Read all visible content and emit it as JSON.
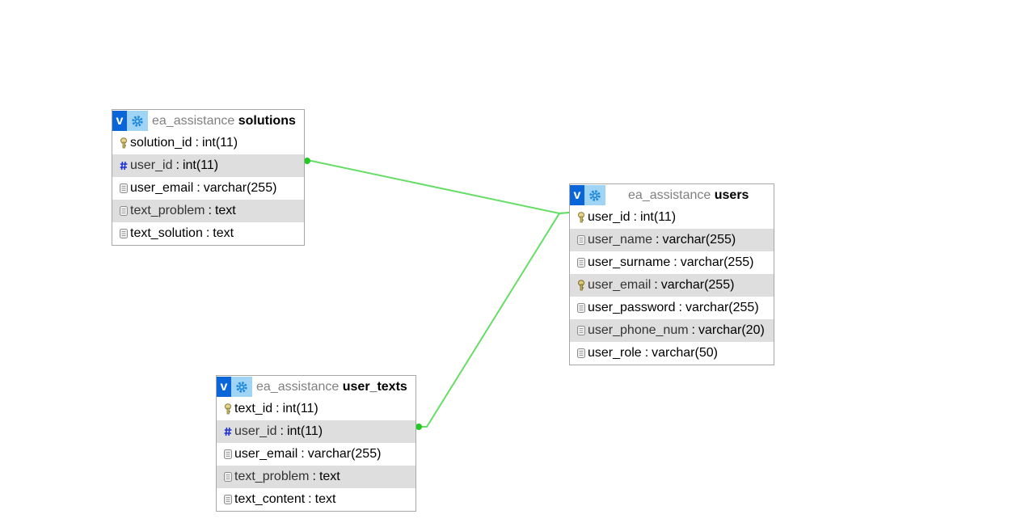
{
  "colors": {
    "relation_line": "#66dd66",
    "relation_dot": "#22c922",
    "header_v": "#0a66d8",
    "header_gear": "#9fd4f5",
    "shaded_row": "#dedede",
    "border": "#a7a7a7"
  },
  "tables": {
    "solutions": {
      "db": "ea_assistance",
      "name": "solutions",
      "columns": [
        {
          "name": "solution_id",
          "type": "int(11)",
          "icon": "primary-key-icon"
        },
        {
          "name": "user_id",
          "type": "int(11)",
          "icon": "foreign-key-hash-icon"
        },
        {
          "name": "user_email",
          "type": "varchar(255)",
          "icon": "column-icon"
        },
        {
          "name": "text_problem",
          "type": "text",
          "icon": "column-icon"
        },
        {
          "name": "text_solution",
          "type": "text",
          "icon": "column-icon"
        }
      ]
    },
    "users": {
      "db": "ea_assistance",
      "name": "users",
      "columns": [
        {
          "name": "user_id",
          "type": "int(11)",
          "icon": "primary-key-icon"
        },
        {
          "name": "user_name",
          "type": "varchar(255)",
          "icon": "column-icon"
        },
        {
          "name": "user_surname",
          "type": "varchar(255)",
          "icon": "column-icon"
        },
        {
          "name": "user_email",
          "type": "varchar(255)",
          "icon": "unique-key-icon"
        },
        {
          "name": "user_password",
          "type": "varchar(255)",
          "icon": "column-icon"
        },
        {
          "name": "user_phone_num",
          "type": "varchar(20)",
          "icon": "column-icon"
        },
        {
          "name": "user_role",
          "type": "varchar(50)",
          "icon": "column-icon"
        }
      ]
    },
    "user_texts": {
      "db": "ea_assistance",
      "name": "user_texts",
      "columns": [
        {
          "name": "text_id",
          "type": "int(11)",
          "icon": "primary-key-icon"
        },
        {
          "name": "user_id",
          "type": "int(11)",
          "icon": "foreign-key-hash-icon"
        },
        {
          "name": "user_email",
          "type": "varchar(255)",
          "icon": "column-icon"
        },
        {
          "name": "text_problem",
          "type": "text",
          "icon": "column-icon"
        },
        {
          "name": "text_content",
          "type": "text",
          "icon": "column-icon"
        }
      ]
    }
  },
  "relations": [
    {
      "from": "solutions.user_id",
      "to": "users.user_id"
    },
    {
      "from": "user_texts.user_id",
      "to": "users.user_id"
    }
  ]
}
